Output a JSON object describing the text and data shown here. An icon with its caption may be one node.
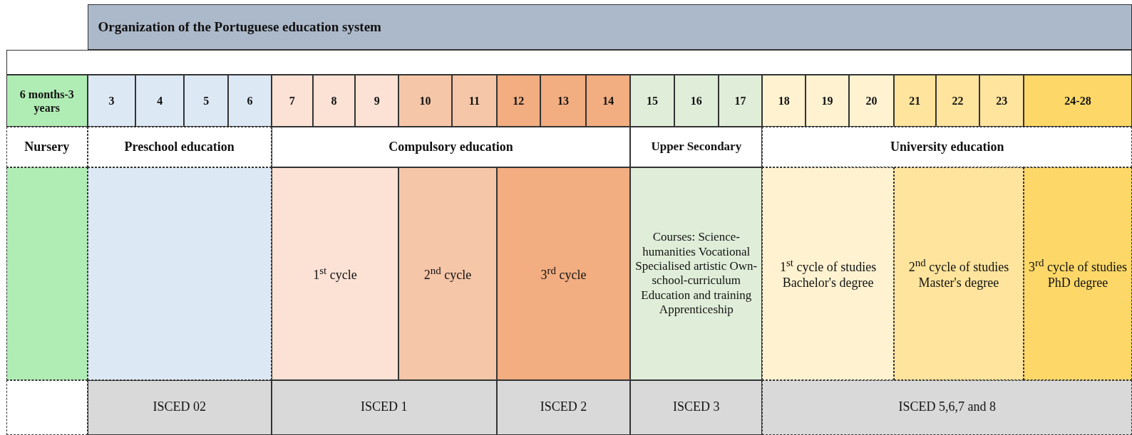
{
  "diagram": {
    "title": "Organization of the Portuguese education system",
    "labels": [
      "6 months-3 years",
      "3",
      "4",
      "5",
      "6",
      "7",
      "8",
      "9",
      "10",
      "11",
      "12",
      "13",
      "14",
      "15",
      "16",
      "17",
      "18",
      "19",
      "20",
      "21",
      "22",
      "23",
      "24-28",
      "Nursery",
      "Preschool education",
      "Compulsory education",
      "Upper Secondary",
      "University education",
      "1$^{st}$ cycle",
      "2$^{nd}$ cycle",
      "3$^{rd}$ cycle",
      "Courses: Science-humanities Vocational Specialised artistic Own-school-curriculum Education and training Apprenticeship",
      "1$^{st}$ cycle of studies Bachelor's degree",
      "2$^{nd}$ cycle of studies Master's degree",
      "3$^{rd}$ cycle of studies PhD degree",
      "ISCED 02",
      "ISCED 1",
      "ISCED 2",
      "ISCED 3",
      "ISCED 5,6,7 and 8"
    ]
  }
}
